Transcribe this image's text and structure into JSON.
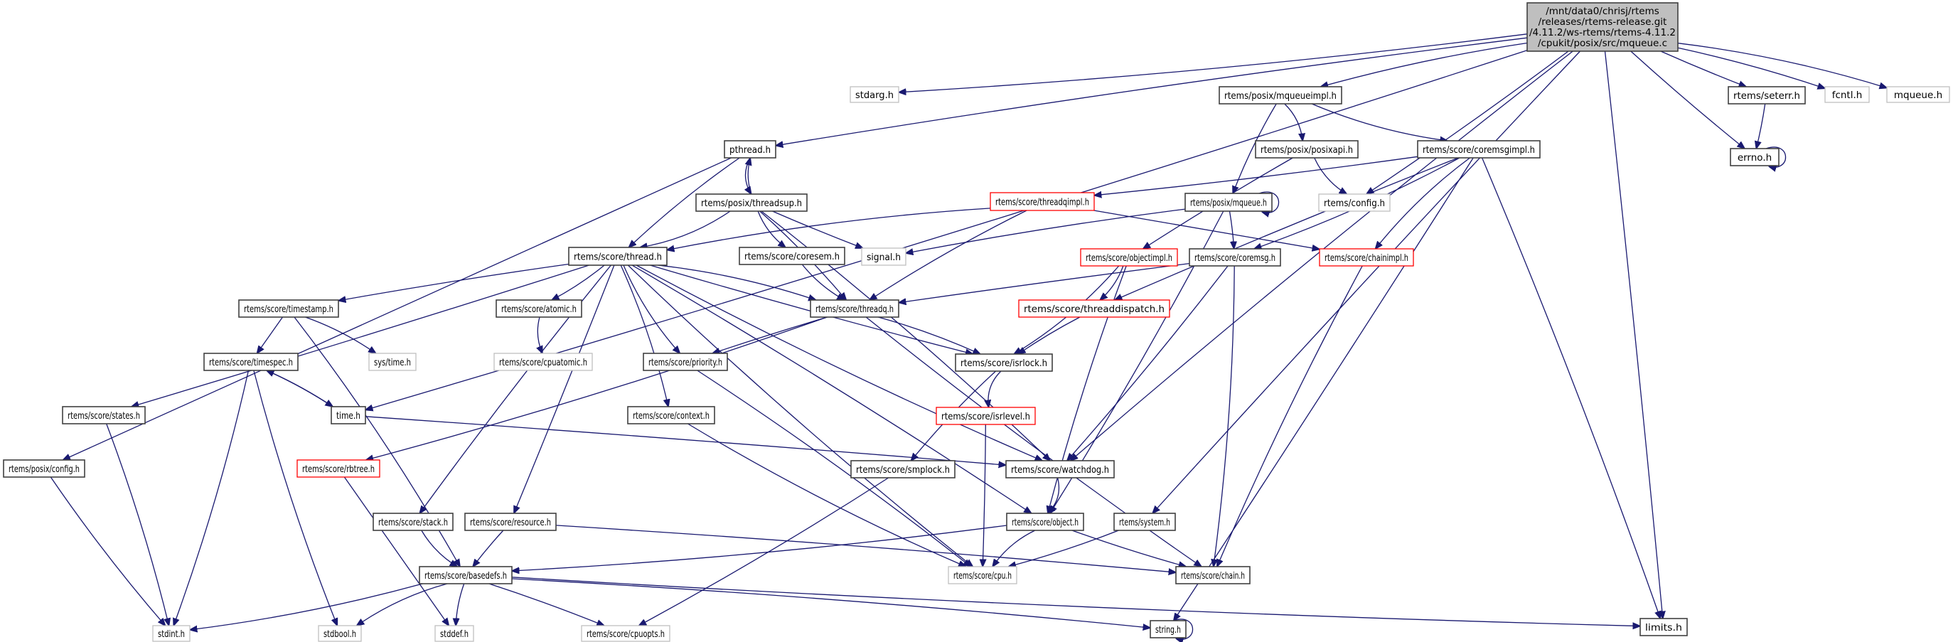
{
  "title": "Include dependency graph for mqueue.c",
  "colors": {
    "edge": "#191970",
    "root_fill": "#bfbfbf",
    "root_border": "#404040",
    "normal_border": "#404040",
    "missing_border": "#bfbfbf",
    "incomplete_border": "#ff0000"
  },
  "nodes": [
    {
      "id": "root",
      "kind": "root",
      "lines": [
        "/mnt/data0/chrisj/rtems",
        "/releases/rtems-release.git",
        "/4.11.2/ws-rtems/rtems-4.11.2",
        "/cpukit/posix/src/mqueue.c"
      ]
    },
    {
      "id": "stdarg",
      "kind": "missing",
      "label": "stdarg.h"
    },
    {
      "id": "mqueueimpl",
      "kind": "normal",
      "label": "rtems/posix/mqueueimpl.h"
    },
    {
      "id": "seterr",
      "kind": "normal",
      "label": "rtems/seterr.h"
    },
    {
      "id": "fcntl",
      "kind": "missing",
      "label": "fcntl.h"
    },
    {
      "id": "mqueue_sys",
      "kind": "missing",
      "label": "mqueue.h"
    },
    {
      "id": "pthread",
      "kind": "normal",
      "label": "pthread.h"
    },
    {
      "id": "posixapi",
      "kind": "normal",
      "label": "rtems/posix/posixapi.h"
    },
    {
      "id": "coremsgimpl",
      "kind": "normal",
      "label": "rtems/score/coremsgimpl.h"
    },
    {
      "id": "errno",
      "kind": "normal",
      "label": "errno.h"
    },
    {
      "id": "threadsup",
      "kind": "normal",
      "label": "rtems/posix/threadsup.h"
    },
    {
      "id": "threadqimpl",
      "kind": "incomplete",
      "label": "rtems/score/threadqimpl.h"
    },
    {
      "id": "posix_mqueue",
      "kind": "normal",
      "label": "rtems/posix/mqueue.h"
    },
    {
      "id": "config",
      "kind": "missing",
      "label": "rtems/config.h"
    },
    {
      "id": "thread",
      "kind": "normal",
      "label": "rtems/score/thread.h"
    },
    {
      "id": "coresem",
      "kind": "normal",
      "label": "rtems/score/coresem.h"
    },
    {
      "id": "signal",
      "kind": "missing",
      "label": "signal.h"
    },
    {
      "id": "objectimpl",
      "kind": "incomplete",
      "label": "rtems/score/objectimpl.h"
    },
    {
      "id": "coremsg",
      "kind": "normal",
      "label": "rtems/score/coremsg.h"
    },
    {
      "id": "chainimpl",
      "kind": "incomplete",
      "label": "rtems/score/chainimpl.h"
    },
    {
      "id": "timestamp",
      "kind": "normal",
      "label": "rtems/score/timestamp.h"
    },
    {
      "id": "atomic",
      "kind": "normal",
      "label": "rtems/score/atomic.h"
    },
    {
      "id": "threadq",
      "kind": "normal",
      "label": "rtems/score/threadq.h"
    },
    {
      "id": "threaddispatch",
      "kind": "incomplete",
      "label": "rtems/score/threaddispatch.h"
    },
    {
      "id": "timespec",
      "kind": "normal",
      "label": "rtems/score/timespec.h"
    },
    {
      "id": "systime",
      "kind": "missing",
      "label": "sys/time.h"
    },
    {
      "id": "cpuatomic",
      "kind": "missing",
      "label": "rtems/score/cpuatomic.h"
    },
    {
      "id": "priority",
      "kind": "normal",
      "label": "rtems/score/priority.h"
    },
    {
      "id": "isrlock",
      "kind": "normal",
      "label": "rtems/score/isrlock.h"
    },
    {
      "id": "states",
      "kind": "normal",
      "label": "rtems/score/states.h"
    },
    {
      "id": "time",
      "kind": "normal",
      "label": "time.h"
    },
    {
      "id": "context",
      "kind": "normal",
      "label": "rtems/score/context.h"
    },
    {
      "id": "isrlevel",
      "kind": "incomplete",
      "label": "rtems/score/isrlevel.h"
    },
    {
      "id": "posix_config",
      "kind": "normal",
      "label": "rtems/posix/config.h"
    },
    {
      "id": "rbtree",
      "kind": "incomplete",
      "label": "rtems/score/rbtree.h"
    },
    {
      "id": "smplock",
      "kind": "normal",
      "label": "rtems/score/smplock.h"
    },
    {
      "id": "watchdog",
      "kind": "normal",
      "label": "rtems/score/watchdog.h"
    },
    {
      "id": "stack",
      "kind": "normal",
      "label": "rtems/score/stack.h"
    },
    {
      "id": "resource",
      "kind": "normal",
      "label": "rtems/score/resource.h"
    },
    {
      "id": "object",
      "kind": "normal",
      "label": "rtems/score/object.h"
    },
    {
      "id": "system",
      "kind": "normal",
      "label": "rtems/system.h"
    },
    {
      "id": "basedefs",
      "kind": "normal",
      "label": "rtems/score/basedefs.h"
    },
    {
      "id": "cpu",
      "kind": "missing",
      "label": "rtems/score/cpu.h"
    },
    {
      "id": "chain",
      "kind": "normal",
      "label": "rtems/score/chain.h"
    },
    {
      "id": "stdint",
      "kind": "missing",
      "label": "stdint.h"
    },
    {
      "id": "stdbool",
      "kind": "missing",
      "label": "stdbool.h"
    },
    {
      "id": "stddef",
      "kind": "missing",
      "label": "stddef.h"
    },
    {
      "id": "cpuopts",
      "kind": "missing",
      "label": "rtems/score/cpuopts.h"
    },
    {
      "id": "string",
      "kind": "normal",
      "label": "string.h"
    },
    {
      "id": "limits",
      "kind": "normal",
      "label": "limits.h"
    }
  ],
  "edges": [
    [
      "root",
      "stdarg"
    ],
    [
      "root",
      "mqueueimpl"
    ],
    [
      "root",
      "seterr"
    ],
    [
      "root",
      "fcntl"
    ],
    [
      "root",
      "mqueue_sys"
    ],
    [
      "root",
      "pthread"
    ],
    [
      "root",
      "errno"
    ],
    [
      "root",
      "config"
    ],
    [
      "root",
      "time"
    ],
    [
      "root",
      "watchdog"
    ],
    [
      "root",
      "system"
    ],
    [
      "root",
      "limits"
    ],
    [
      "mqueueimpl",
      "posixapi"
    ],
    [
      "mqueueimpl",
      "coremsgimpl"
    ],
    [
      "mqueueimpl",
      "posix_mqueue"
    ],
    [
      "seterr",
      "errno"
    ],
    [
      "errno",
      "errno"
    ],
    [
      "pthread",
      "threadsup"
    ],
    [
      "pthread",
      "thread"
    ],
    [
      "pthread",
      "posix_config"
    ],
    [
      "threadsup",
      "pthread"
    ],
    [
      "threadsup",
      "thread"
    ],
    [
      "threadsup",
      "coresem"
    ],
    [
      "threadsup",
      "signal"
    ],
    [
      "threadsup",
      "threadq"
    ],
    [
      "threadsup",
      "watchdog"
    ],
    [
      "posixapi",
      "config"
    ],
    [
      "posixapi",
      "objectimpl"
    ],
    [
      "coremsgimpl",
      "threadqimpl"
    ],
    [
      "coremsgimpl",
      "coremsg"
    ],
    [
      "coremsgimpl",
      "chainimpl"
    ],
    [
      "coremsgimpl",
      "threaddispatch"
    ],
    [
      "coremsgimpl",
      "string"
    ],
    [
      "coremsgimpl",
      "limits"
    ],
    [
      "posix_mqueue",
      "posix_mqueue"
    ],
    [
      "posix_mqueue",
      "signal"
    ],
    [
      "posix_mqueue",
      "coremsg"
    ],
    [
      "posix_mqueue",
      "object"
    ],
    [
      "threadqimpl",
      "thread"
    ],
    [
      "threadqimpl",
      "threadq"
    ],
    [
      "threadqimpl",
      "chainimpl"
    ],
    [
      "objectimpl",
      "threaddispatch"
    ],
    [
      "objectimpl",
      "isrlock"
    ],
    [
      "objectimpl",
      "object"
    ],
    [
      "coremsg",
      "threadq"
    ],
    [
      "coremsg",
      "watchdog"
    ],
    [
      "coremsg",
      "chain"
    ],
    [
      "chainimpl",
      "chain"
    ],
    [
      "thread",
      "timestamp"
    ],
    [
      "thread",
      "atomic"
    ],
    [
      "thread",
      "threadq"
    ],
    [
      "thread",
      "priority"
    ],
    [
      "thread",
      "isrlock"
    ],
    [
      "thread",
      "states"
    ],
    [
      "thread",
      "context"
    ],
    [
      "thread",
      "watchdog"
    ],
    [
      "thread",
      "stack"
    ],
    [
      "thread",
      "resource"
    ],
    [
      "thread",
      "object"
    ],
    [
      "thread",
      "cpu"
    ],
    [
      "coresem",
      "threadq"
    ],
    [
      "timestamp",
      "timespec"
    ],
    [
      "timestamp",
      "systime"
    ],
    [
      "timestamp",
      "basedefs"
    ],
    [
      "atomic",
      "cpuatomic"
    ],
    [
      "threadq",
      "priority"
    ],
    [
      "threadq",
      "isrlock"
    ],
    [
      "threadq",
      "rbtree"
    ],
    [
      "threadq",
      "chain"
    ],
    [
      "threaddispatch",
      "isrlock"
    ],
    [
      "timespec",
      "time"
    ],
    [
      "timespec",
      "stdint"
    ],
    [
      "timespec",
      "stdbool"
    ],
    [
      "time",
      "timespec"
    ],
    [
      "time",
      "watchdog"
    ],
    [
      "priority",
      "cpu"
    ],
    [
      "isrlock",
      "isrlevel"
    ],
    [
      "isrlock",
      "smplock"
    ],
    [
      "isrlevel",
      "cpu"
    ],
    [
      "states",
      "stdint"
    ],
    [
      "context",
      "cpu"
    ],
    [
      "posix_config",
      "stdint"
    ],
    [
      "rbtree",
      "stddef"
    ],
    [
      "smplock",
      "cpuopts"
    ],
    [
      "watchdog",
      "object"
    ],
    [
      "stack",
      "basedefs"
    ],
    [
      "resource",
      "basedefs"
    ],
    [
      "resource",
      "chain"
    ],
    [
      "object",
      "basedefs"
    ],
    [
      "object",
      "cpu"
    ],
    [
      "object",
      "chain"
    ],
    [
      "system",
      "cpu"
    ],
    [
      "basedefs",
      "stdint"
    ],
    [
      "basedefs",
      "stdbool"
    ],
    [
      "basedefs",
      "stddef"
    ],
    [
      "basedefs",
      "cpuopts"
    ],
    [
      "basedefs",
      "string"
    ],
    [
      "basedefs",
      "limits"
    ],
    [
      "string",
      "string"
    ]
  ]
}
